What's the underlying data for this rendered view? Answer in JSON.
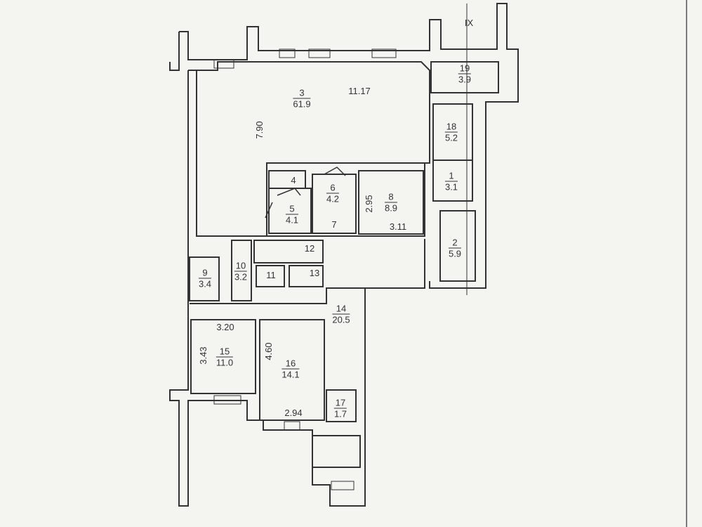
{
  "axis_label": "IX",
  "rooms": [
    {
      "number": "3",
      "area": "61.9"
    },
    {
      "number": "19",
      "area": "3.9"
    },
    {
      "number": "18",
      "area": "5.2"
    },
    {
      "number": "1",
      "area": "3.1"
    },
    {
      "number": "2",
      "area": "5.9"
    },
    {
      "number": "5",
      "area": "4.1"
    },
    {
      "number": "6",
      "area": "4.2"
    },
    {
      "number": "8",
      "area": "8.9"
    },
    {
      "number": "9",
      "area": "3.4"
    },
    {
      "number": "10",
      "area": "3.2"
    },
    {
      "number": "14",
      "area": "20.5"
    },
    {
      "number": "15",
      "area": "11.0"
    },
    {
      "number": "16",
      "area": "14.1"
    },
    {
      "number": "17",
      "area": "1.7"
    }
  ],
  "unnumbered_area_labels": {
    "r4": "4",
    "r7": "7",
    "r11": "11",
    "r12": "12",
    "r13": "13"
  },
  "dimensions": {
    "d1117": "11.17",
    "d790": "7.90",
    "d295": "2.95",
    "d311": "3.11",
    "d320": "3.20",
    "d343": "3.43",
    "d460": "4.60",
    "d294": "2.94"
  }
}
